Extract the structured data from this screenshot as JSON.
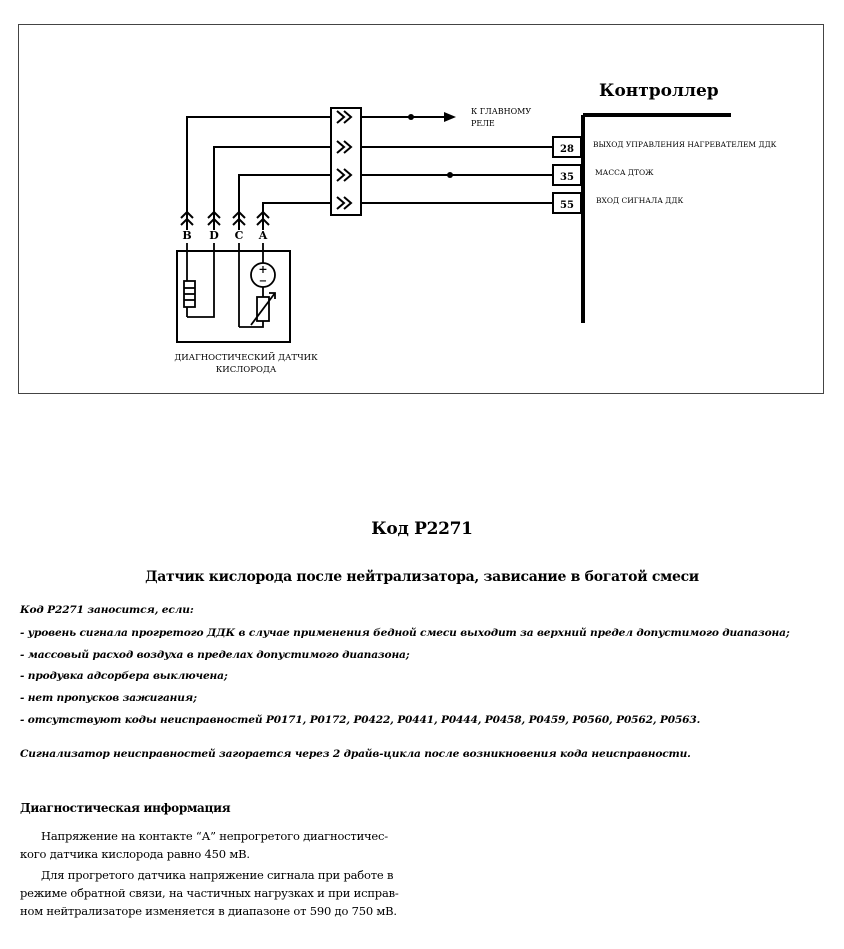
{
  "diagram": {
    "controller_title": "Контроллер",
    "relay_label_line1": "К ГЛАВНОМУ",
    "relay_label_line2": "РЕЛЕ",
    "pins": [
      {
        "number": "28",
        "label": "ВЫХОД УПРАВЛЕНИЯ НАГРЕВАТЕЛЕМ ДДК"
      },
      {
        "number": "35",
        "label": "МАССА ДТОЖ"
      },
      {
        "number": "55",
        "label": "ВХОД СИГНАЛА ДДК"
      }
    ],
    "connector_letters": [
      "B",
      "D",
      "C",
      "A"
    ],
    "sensor_label_line1": "ДИАГНОСТИЧЕСКИЙ ДАТЧИК",
    "sensor_label_line2": "КИСЛОРОДА",
    "plus_sign": "+",
    "minus_sign": "−"
  },
  "code_title": "Код P2271",
  "code_subtitle": "Датчик кислорода после нейтрализатора, зависание в богатой смеси",
  "conditions": {
    "intro": "Код P2271 заносится, если:",
    "items": [
      "- уровень сигнала прогретого ДДК в случае применения бедной смеси выходит за верхний предел допустимого диапазона;",
      "- массовый расход воздуха  в пределах допустимого диапазона;",
      "- продувка адсорбера выключена;",
      "- нет пропусков зажигания;",
      "- отсутствуют коды неисправностей P0171, P0172, P0422, P0441, P0444, P0458, P0459, P0560,  P0562, P0563."
    ],
    "note": "Сигнализатор неисправностей загорается через 2 драйв-цикла после возникновения кода неисправности."
  },
  "diagnostic": {
    "heading": "Диагностическая информация",
    "para1_lines": [
      "Напряжение на контакте “А” непрогретого диагностичес-",
      "кого датчика кислорода равно 450 мВ."
    ],
    "para2_lines": [
      "Для прогретого датчика напряжение сигнала при работе в",
      "режиме обратной связи, на частичных нагрузках и при исправ-",
      "ном нейтрализаторе изменяется в диапазоне от 590 до 750 мВ."
    ]
  }
}
